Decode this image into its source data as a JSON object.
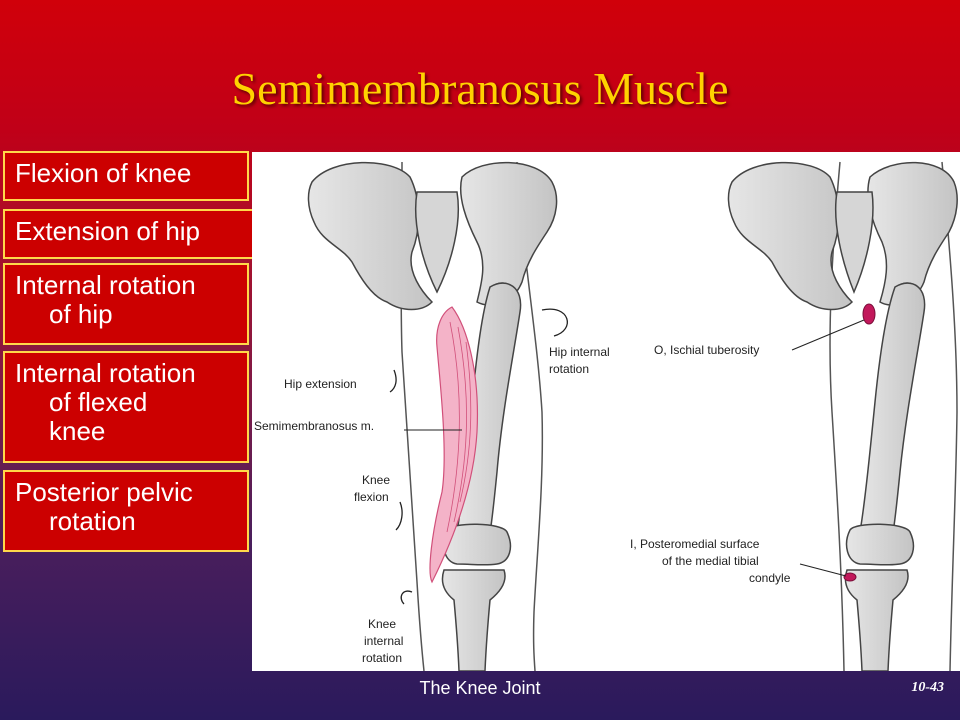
{
  "slide": {
    "title": "Semimembranosus Muscle",
    "footer": "The Knee Joint",
    "page_number": "10-43",
    "background_color": "#c00018",
    "title_color": "#ffd200",
    "box_color": "#cc0000",
    "box_border_color": "#ffd84a"
  },
  "actions": [
    {
      "line1": "Flexion of knee",
      "line2": ""
    },
    {
      "line1": "Extension of hip",
      "line2": ""
    },
    {
      "line1": "Internal rotation",
      "line2": "of hip"
    },
    {
      "line1": "Internal rotation",
      "line2": "of flexed",
      "line3": "knee"
    },
    {
      "line1": "Posterior pelvic",
      "line2": "rotation"
    }
  ],
  "diagram": {
    "labels": {
      "hip_extension": "Hip extension",
      "semimembranosus": "Semimembranosus m.",
      "knee_flexion_1": "Knee",
      "knee_flexion_2": "flexion",
      "knee_rot_1": "Knee",
      "knee_rot_2": "internal",
      "knee_rot_3": "rotation",
      "hip_rot_1": "Hip internal",
      "hip_rot_2": "rotation",
      "origin": "O, Ischial tuberosity",
      "insertion_1": "I, Posteromedial surface",
      "insertion_2": "of the medial tibial",
      "insertion_3": "condyle"
    }
  }
}
